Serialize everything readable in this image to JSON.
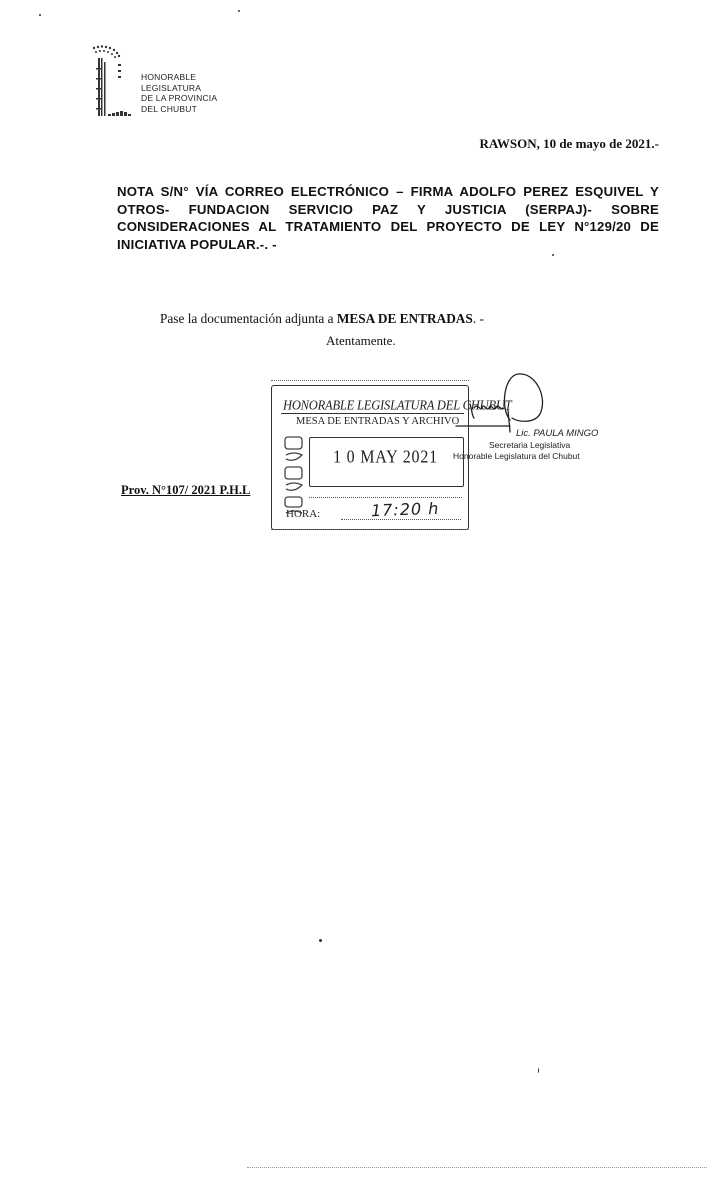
{
  "letterhead": {
    "lines": [
      "HONORABLE",
      "LEGISLATURA",
      "DE LA PROVINCIA",
      "DEL CHUBUT"
    ]
  },
  "date": "RAWSON, 10 de mayo de 2021.-",
  "subject": "NOTA S/N° VÍA CORREO ELECTRÓNICO – FIRMA ADOLFO PEREZ ESQUIVEL Y OTROS- FUNDACION SERVICIO PAZ Y JUSTICIA (SERPAJ)- SOBRE CONSIDERACIONES AL TRATAMIENTO DEL PROYECTO DE LEY N°129/20 DE INICIATIVA POPULAR.-. -",
  "body": {
    "pase_prefix": "Pase la documentación adjunta a ",
    "pase_bold": "MESA DE ENTRADAS",
    "pase_suffix": ". -",
    "closing": "Atentamente."
  },
  "reference": "Prov. N°107/ 2021 P.H.L",
  "stamp": {
    "title": "HONORABLE LEGISLATURA DEL CHUBUT",
    "subtitle": "MESA DE ENTRADAS Y ARCHIVO",
    "date": "1 0 MAY 2021",
    "hora_label": "HORA:",
    "hora_value": "17:20 h"
  },
  "signature": {
    "name": "Lic. PAULA MINGO",
    "title": "Secretaria Legislativa",
    "org": "Honorable Legislatura del Chubut"
  },
  "colors": {
    "ink": "#111111",
    "stamp_ink": "#333333",
    "paper": "#ffffff"
  }
}
